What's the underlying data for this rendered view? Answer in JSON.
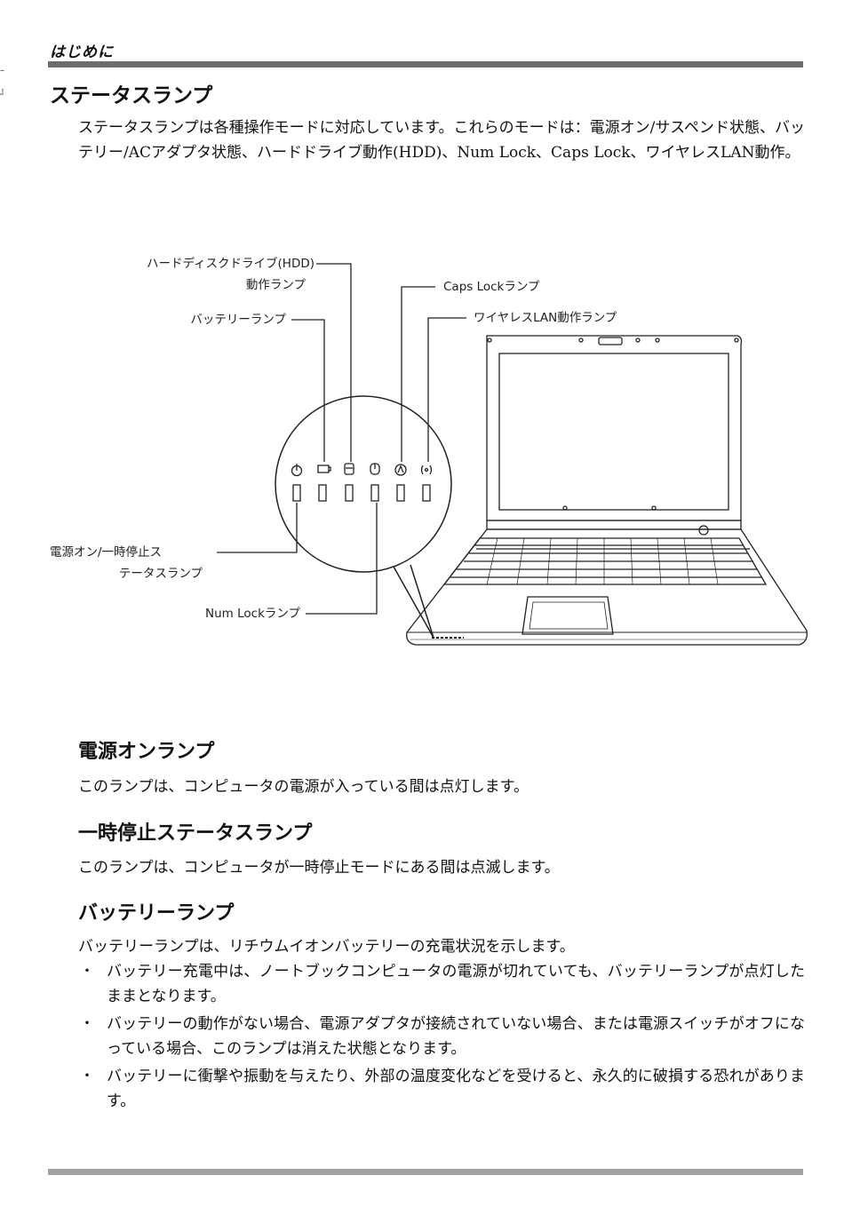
{
  "margin_marks": [
    "–",
    "』"
  ],
  "header": {
    "section_label": "はじめに"
  },
  "main_heading": "ステータスランプ",
  "intro": "ステータスランプは各種操作モードに対応しています。これらのモードは：電源オン/サスペンド状態、バッテリー/ACアダプタ状態、ハードドライブ動作(HDD)、Num Lock、Caps Lock、ワイヤレスLAN動作。",
  "figure": {
    "labels": {
      "hdd_line1": "ハードディスクドライブ(HDD)",
      "hdd_line2": "動作ランプ",
      "battery": "バッテリーランプ",
      "caps": "Caps Lockランプ",
      "wlan": "ワイヤレスLAN動作ランプ",
      "power_line1": "電源オン/一時停止ス",
      "power_line2": "テータスランプ",
      "numlock": "Num Lockランプ"
    }
  },
  "sections": {
    "power_on": {
      "title": "電源オンランプ",
      "text": "このランプは、コンピュータの電源が入っている間は点灯します。"
    },
    "suspend": {
      "title": "一時停止ステータスランプ",
      "text": "このランプは、コンピュータが一時停止モードにある間は点滅します。"
    },
    "battery": {
      "title": "バッテリーランプ",
      "text": "バッテリーランプは、リチウムイオンバッテリーの充電状況を示します。",
      "bullets": [
        "バッテリー充電中は、ノートブックコンピュータの電源が切れていても、バッテリーランプが点灯したままとなります。",
        "バッテリーの動作がない場合、電源アダプタが接続されていない場合、または電源スイッチがオフになっている場合、このランプは消えた状態となります。",
        "バッテリーに衝撃や振動を与えたり、外部の温度変化などを受けると、永久的に破損する恐れがあります。"
      ],
      "bullet_symbol": "・"
    }
  }
}
